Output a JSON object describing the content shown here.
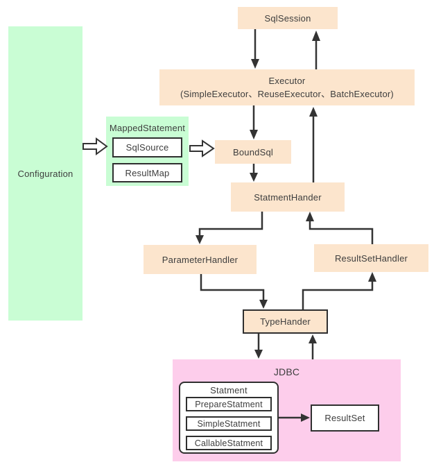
{
  "diagram": {
    "nodes": {
      "configuration": {
        "label": "Configuration"
      },
      "sql_session": {
        "label": "SqlSession"
      },
      "executor": {
        "title": "Executor",
        "subtitle": "(SimpleExecutor、ReuseExecutor、BatchExecutor)"
      },
      "mapped_statement": {
        "label": "MappedStatement",
        "children": [
          {
            "label": "SqlSource"
          },
          {
            "label": "ResultMap"
          }
        ]
      },
      "bound_sql": {
        "label": "BoundSql"
      },
      "statment_hander": {
        "label": "StatmentHander"
      },
      "parameter_handler": {
        "label": "ParameterHandler"
      },
      "result_set_handler": {
        "label": "ResultSetHandler"
      },
      "type_hander": {
        "label": "TypeHander"
      },
      "jdbc": {
        "label": "JDBC",
        "statment": {
          "label": "Statment",
          "children": [
            {
              "label": "PrepareStatment"
            },
            {
              "label": "SimpleStatment"
            },
            {
              "label": "CallableStatment"
            }
          ]
        },
        "result_set": {
          "label": "ResultSet"
        }
      }
    },
    "colors": {
      "node_peach": "#fce5cd",
      "node_green": "#c9fdd4",
      "node_pink": "#fdcdeb",
      "node_white": "#ffffff",
      "border_black": "#2f2f2f",
      "line": "#333333",
      "text": "#3d3d3d"
    }
  }
}
